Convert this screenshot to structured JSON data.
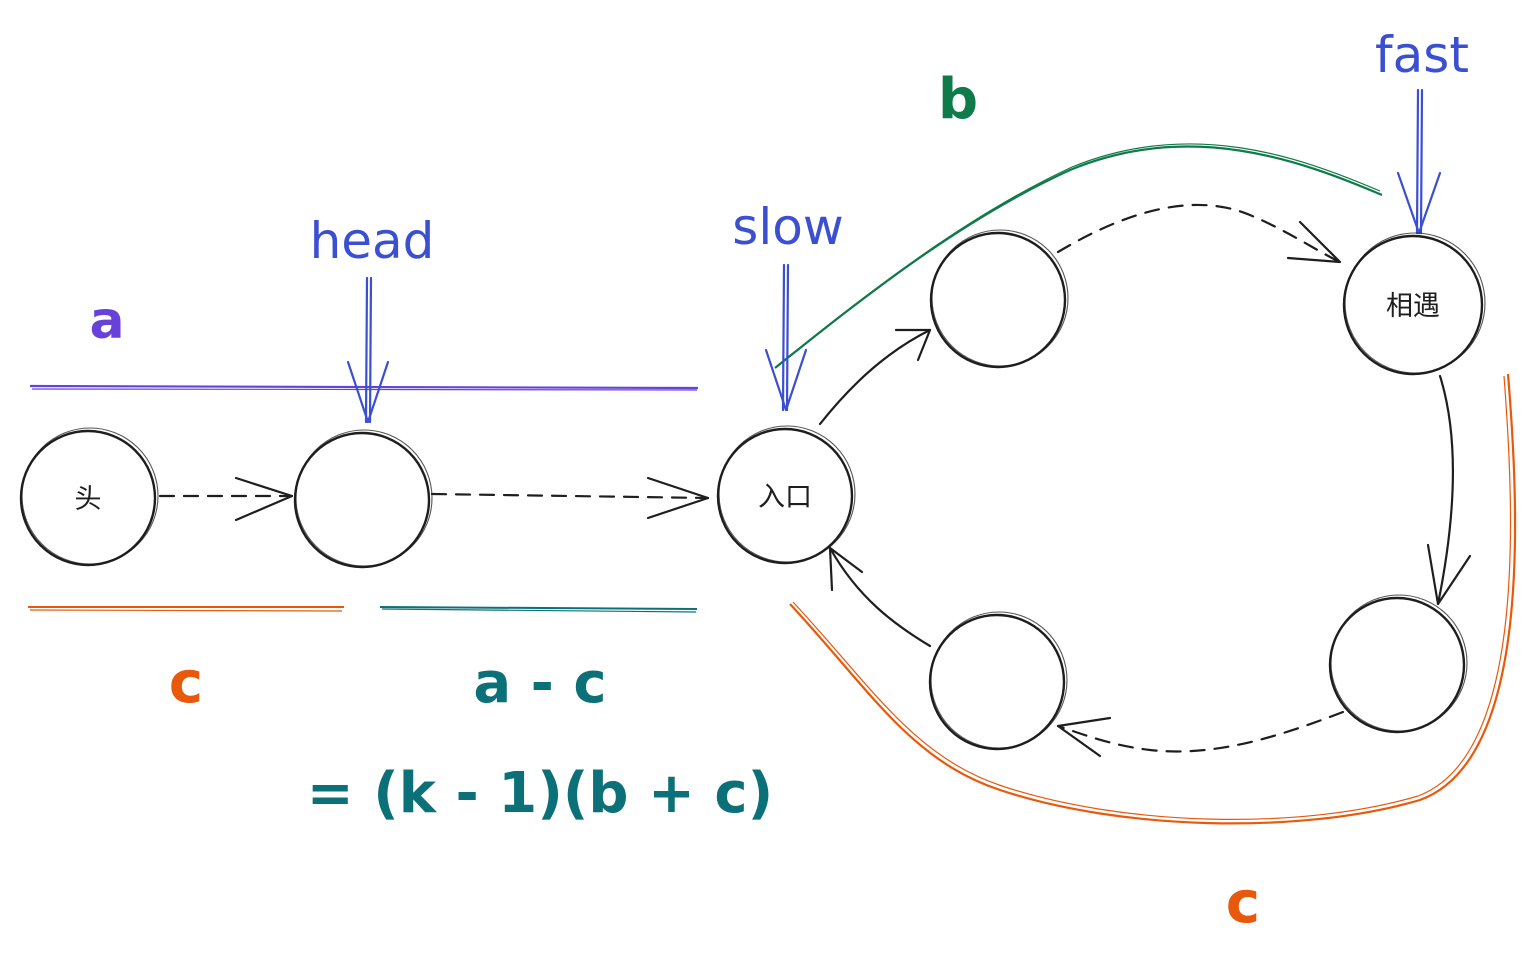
{
  "nodes": {
    "head_node": "头",
    "entrance": "入口",
    "meeting": "相遇"
  },
  "pointers": {
    "head": "head",
    "slow": "slow",
    "fast": "fast"
  },
  "segments": {
    "a": "a",
    "b": "b",
    "c_left": "c",
    "a_minus_c": "a - c",
    "equation": "= (k - 1)(b + c)",
    "c_right": "c"
  },
  "colors": {
    "pointer_blue": "#3b4fd1",
    "a_purple": "#6741d9",
    "b_green": "#0f7a4a",
    "c_orange": "#e8590c",
    "a_minus_c_teal": "#0c7078",
    "stroke": "#1e1e1e"
  }
}
